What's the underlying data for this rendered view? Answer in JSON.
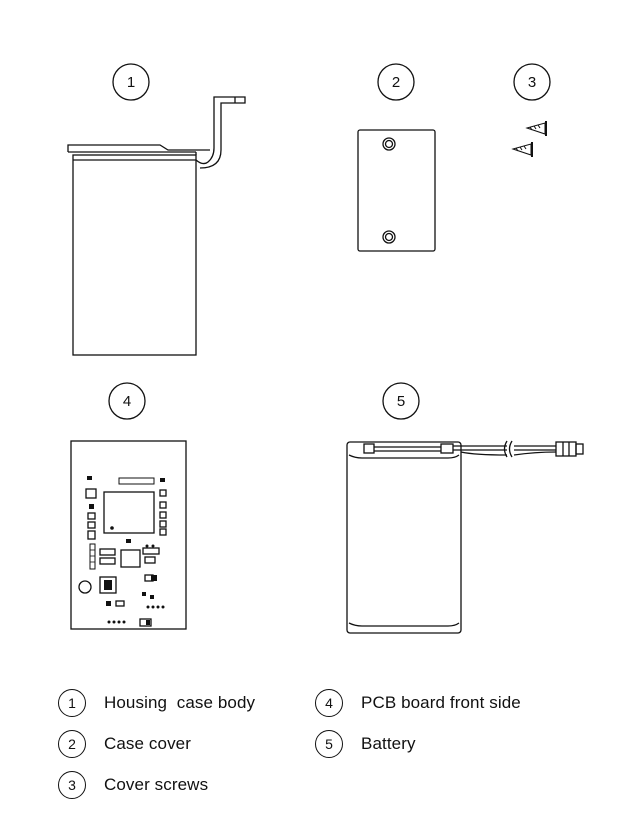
{
  "parts": [
    {
      "number": "1",
      "label": "Housing  case body"
    },
    {
      "number": "2",
      "label": "Case cover"
    },
    {
      "number": "3",
      "label": "Cover screws"
    },
    {
      "number": "4",
      "label": "PCB board front side"
    },
    {
      "number": "5",
      "label": "Battery"
    }
  ],
  "colors": {
    "stroke": "#111111",
    "background": "#ffffff"
  }
}
